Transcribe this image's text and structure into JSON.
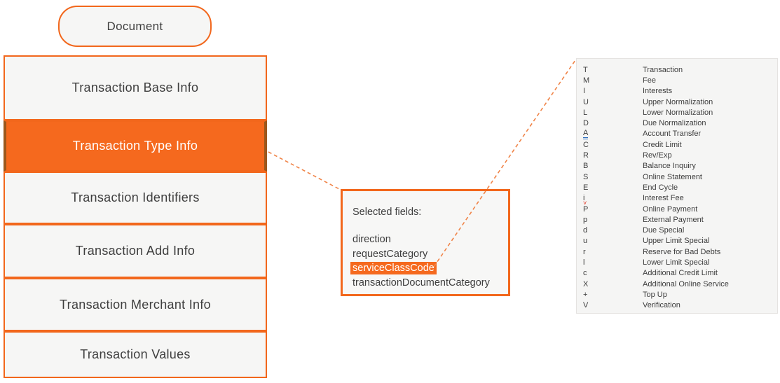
{
  "diagram": {
    "root_node": {
      "label": "Document"
    },
    "sections": [
      {
        "label": "Transaction Base Info",
        "selected": false
      },
      {
        "label": "Transaction Type Info",
        "selected": true
      },
      {
        "label": "Transaction Identifiers",
        "selected": false
      },
      {
        "label": "Transaction Add Info",
        "selected": false
      },
      {
        "label": "Transaction Merchant Info",
        "selected": false
      },
      {
        "label": "Transaction Values",
        "selected": false
      }
    ],
    "selected_fields_panel": {
      "title": "Selected fields:",
      "fields": [
        {
          "name": "direction",
          "highlighted": false
        },
        {
          "name": "requestCategory",
          "highlighted": false
        },
        {
          "name": "serviceClassCode",
          "highlighted": true
        },
        {
          "name": "transactionDocumentCategory",
          "highlighted": false
        }
      ]
    },
    "service_class_codes": {
      "rows": [
        {
          "code": "T",
          "label": "Transaction"
        },
        {
          "code": "M",
          "label": "Fee"
        },
        {
          "code": "I",
          "label": "Interests"
        },
        {
          "code": "U",
          "label": "Upper Normalization"
        },
        {
          "code": "L",
          "label": "Lower Normalization"
        },
        {
          "code": "D",
          "label": "Due Normalization"
        },
        {
          "code": "A",
          "label": "Account Transfer",
          "marker": "grammar-double-underline"
        },
        {
          "code": "C",
          "label": "Credit Limit"
        },
        {
          "code": "R",
          "label": "Rev/Exp"
        },
        {
          "code": "B",
          "label": "Balance Inquiry"
        },
        {
          "code": "S",
          "label": "Online Statement"
        },
        {
          "code": "E",
          "label": "End Cycle"
        },
        {
          "code": "i",
          "label": "Interest Fee",
          "marker": "spelling-caret"
        },
        {
          "code": "P",
          "label": "Online Payment"
        },
        {
          "code": "p",
          "label": "External Payment"
        },
        {
          "code": "d",
          "label": "Due Special"
        },
        {
          "code": "u",
          "label": "Upper Limit Special"
        },
        {
          "code": "r",
          "label": "Reserve for Bad Debts"
        },
        {
          "code": "l",
          "label": "Lower Limit Special"
        },
        {
          "code": "c",
          "label": "Additional Credit Limit"
        },
        {
          "code": "X",
          "label": "Additional Online Service"
        },
        {
          "code": "+",
          "label": "Top Up"
        },
        {
          "code": "V",
          "label": "Verification"
        }
      ]
    },
    "colors": {
      "accent_orange": "#f5691e",
      "accent_border": "#f2671c",
      "selected_side_border": "#9c571c",
      "connector_dash": "#f08448",
      "box_fill": "#f6f6f5",
      "panel_fill": "#f5f5f4",
      "panel_border": "#e5e3e1",
      "text": "#3e3e3e",
      "highlight_text": "#ffffff",
      "grammar_mark": "#2f6fbf",
      "spelling_mark": "#e0301e"
    }
  }
}
